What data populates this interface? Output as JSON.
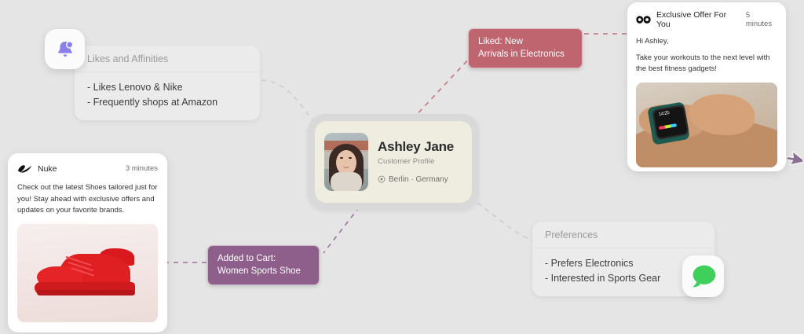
{
  "canvas": {
    "background": "#e5e5e5"
  },
  "profile": {
    "name": "Ashley Jane",
    "role": "Customer Profile",
    "location": "Berlin · Germany",
    "avatar_alt": "Ashley Jane portrait photo",
    "card_color": "#efece0",
    "frame_color": "#d9d9d9"
  },
  "cards": {
    "likes": {
      "title": "Likes and Affinities",
      "items": [
        "- Likes Lenovo & Nike",
        "- Frequently shops at Amazon"
      ],
      "icon": "bell-icon",
      "icon_color": "#8b80ea"
    },
    "preferences": {
      "title": "Preferences",
      "items": [
        "- Prefers Electronics",
        "- Interested in Sports Gear"
      ],
      "icon": "message-bubble-icon",
      "icon_color": "#3ed05a"
    }
  },
  "tags": {
    "liked": {
      "line1": "Liked: New",
      "line2": "Arrivals in Electronics",
      "color": "#bf6570"
    },
    "cart": {
      "line1": "Added to Cart:",
      "line2": "Women Sports Shoe",
      "color": "#8f5f8c"
    }
  },
  "notifications": {
    "nuke": {
      "brand": "Nuke",
      "time": "3 minutes",
      "body": "Check out the latest Shoes tailored just for you! Stay ahead with exclusive offers and updates on your favorite brands.",
      "image_alt": "Red high-top sneaker product photo",
      "logo": "nike-swoosh-icon"
    },
    "offer": {
      "brand": "Exclusive Offer For You",
      "time": "5 minutes",
      "greeting": "Hi Ashley,",
      "body": "Take your workouts to the next level with the best fitness gadgets!",
      "image_alt": "Person wearing a smartwatch on wrist",
      "logo": "gq-logo-icon",
      "watch_time": "14:25"
    }
  },
  "cursor": {
    "name": "mouse-pointer",
    "color": "#8a6f93"
  },
  "connectors": [
    {
      "from": "likes-card",
      "to": "profile-card",
      "color": "#c9c9c9",
      "style": "dashed"
    },
    {
      "from": "profile-card",
      "to": "liked-tag",
      "color": "#c07a82",
      "style": "dashed"
    },
    {
      "from": "liked-tag",
      "to": "offer-notification",
      "color": "#c07a82",
      "style": "dashed"
    },
    {
      "from": "profile-card",
      "to": "cart-tag",
      "color": "#9b7399",
      "style": "dashed"
    },
    {
      "from": "cart-tag",
      "to": "nuke-notification",
      "color": "#9b7399",
      "style": "dashed"
    },
    {
      "from": "profile-card",
      "to": "preferences-card",
      "color": "#c9c9c9",
      "style": "dashed"
    }
  ]
}
